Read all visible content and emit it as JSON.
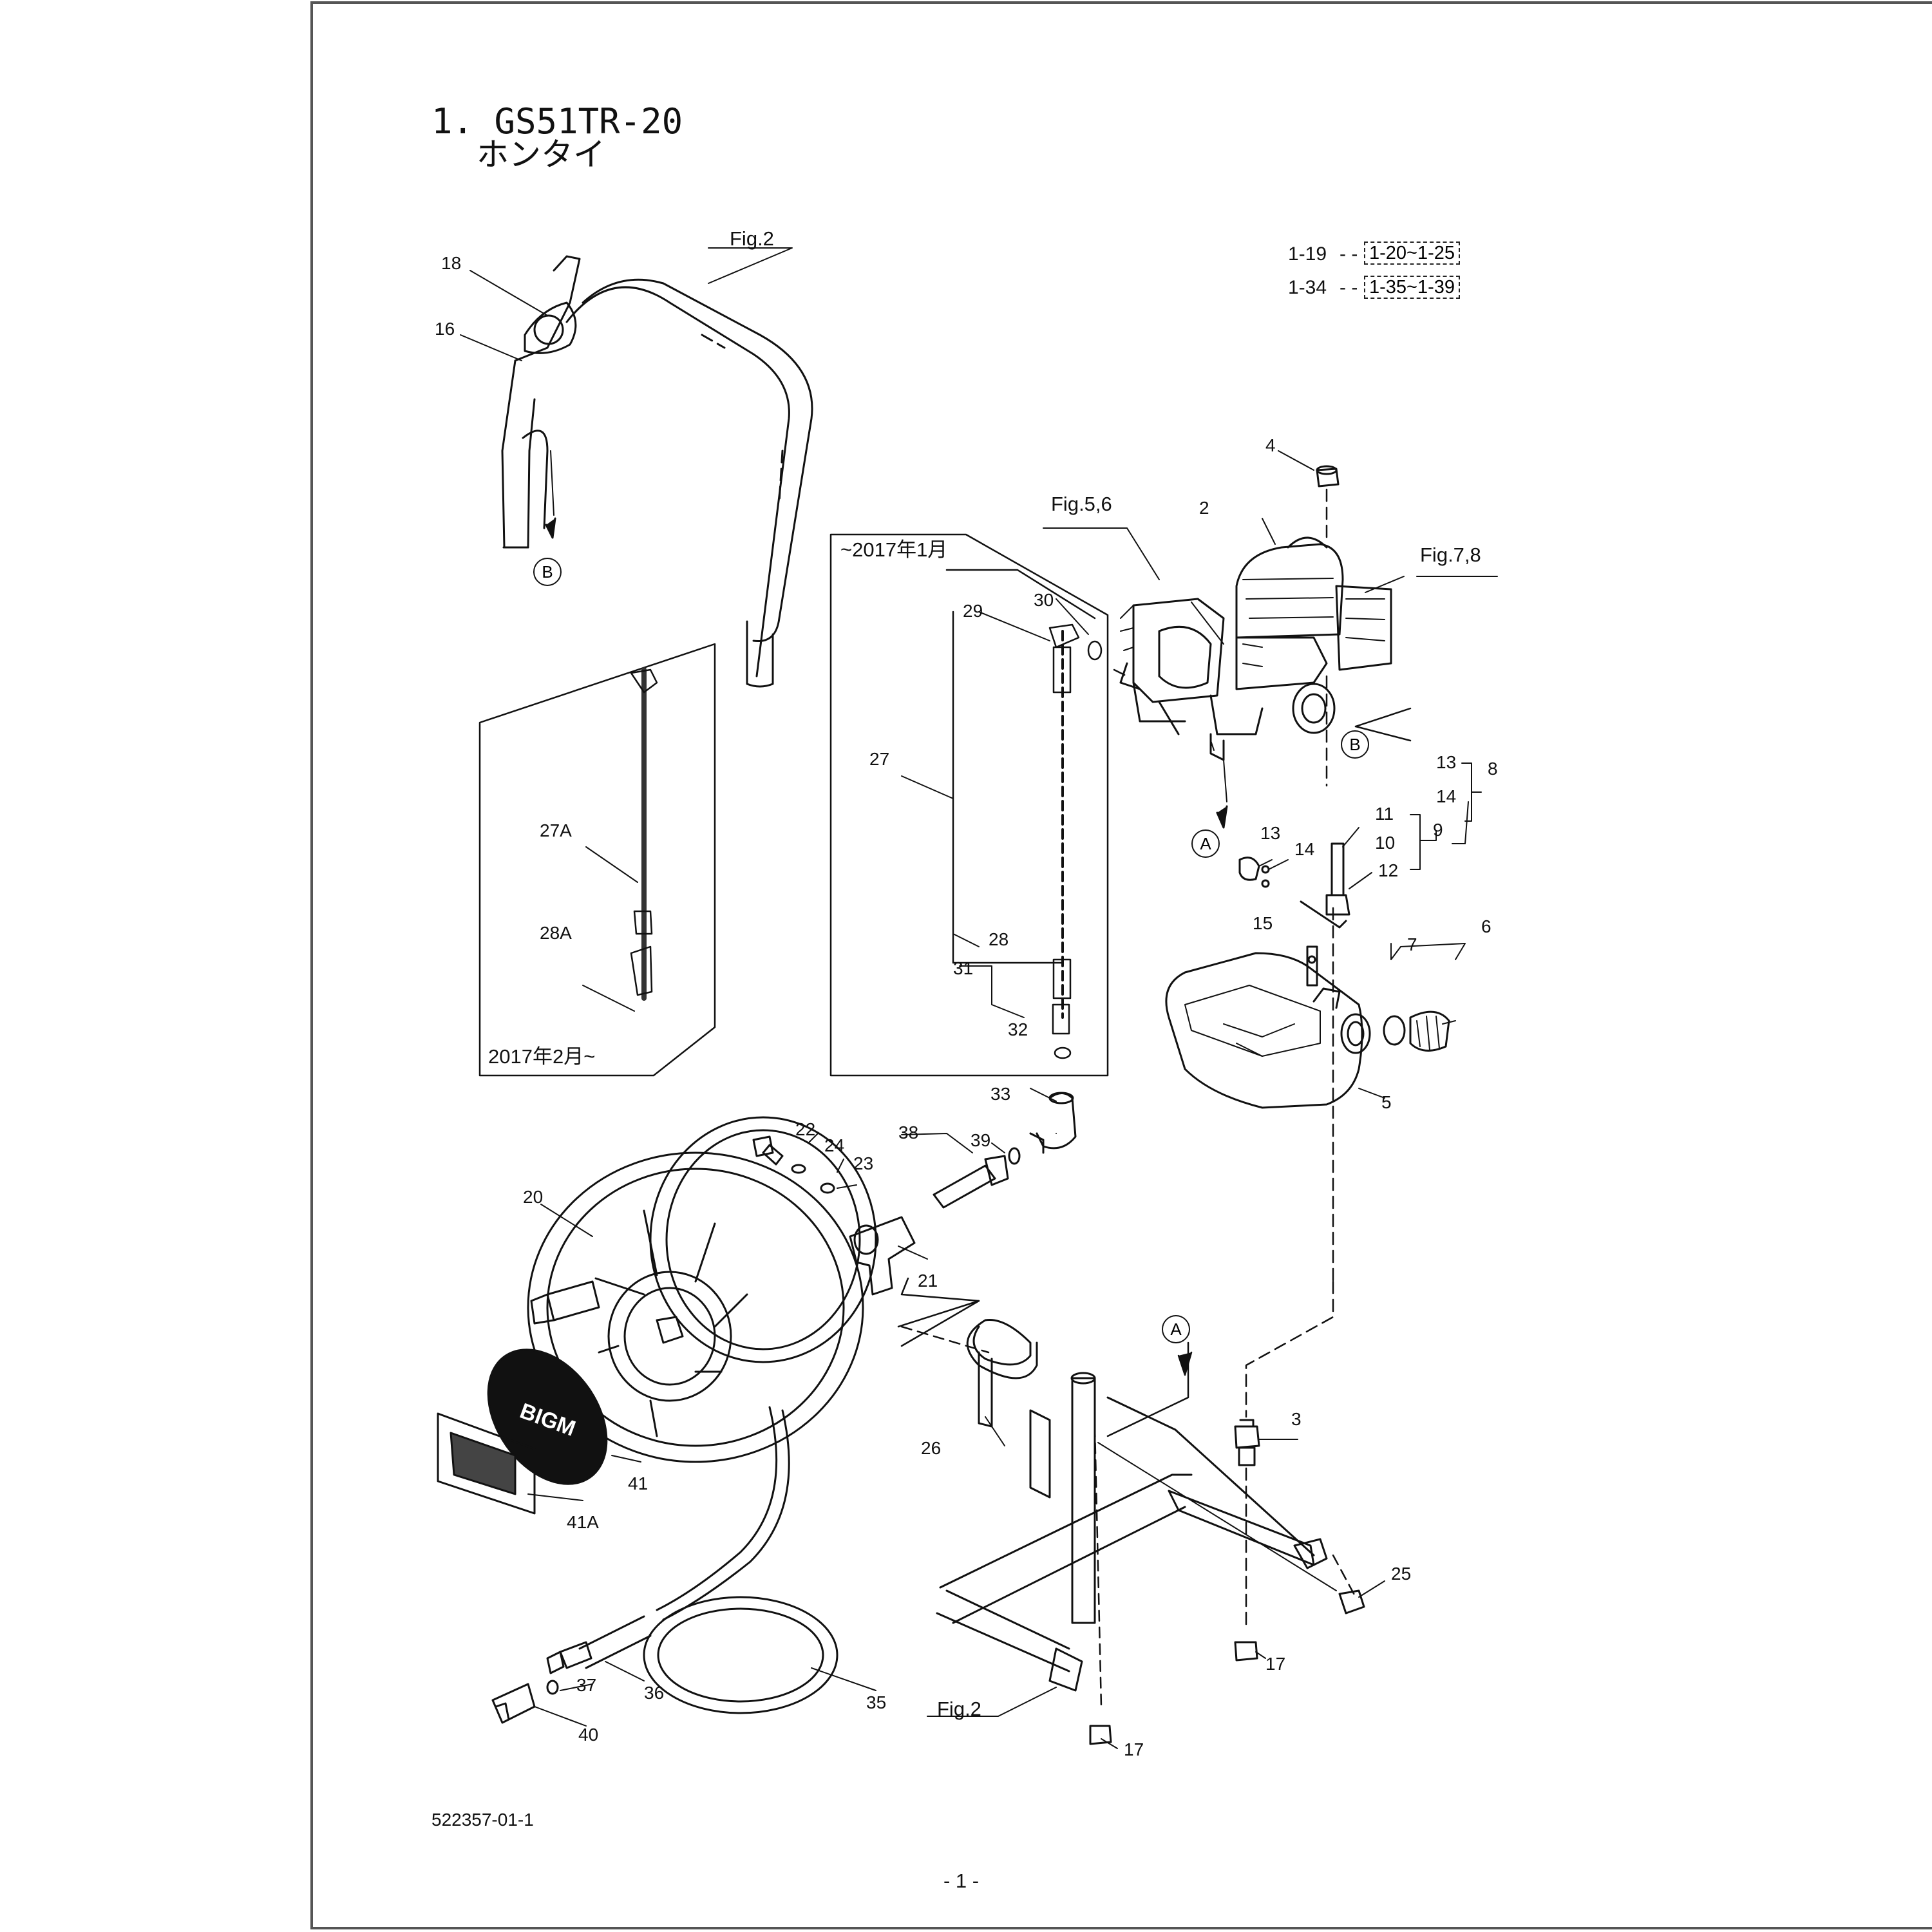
{
  "header": {
    "title": "1. GS51TR-20",
    "subtitle": "ホンタイ"
  },
  "figure_refs": {
    "fig2_top": "Fig.2",
    "fig2_bottom": "Fig.2",
    "fig56": "Fig.5,6",
    "fig78": "Fig.7,8"
  },
  "variant_boxes": {
    "old": "~2017年1月",
    "new": "2017年2月~"
  },
  "range_notes": [
    {
      "from": "1-19",
      "to": "1-20~1-25"
    },
    {
      "from": "1-34",
      "to": "1-35~1-39"
    }
  ],
  "connectors": {
    "a": "A",
    "b": "B"
  },
  "labels": {
    "p2": "2",
    "p3": "3",
    "p4": "4",
    "p5": "5",
    "p6": "6",
    "p7": "7",
    "p8": "8",
    "p9": "9",
    "p10": "10",
    "p11": "11",
    "p12": "12",
    "p13a": "13",
    "p13b": "13",
    "p14a": "14",
    "p14b": "14",
    "p15": "15",
    "p16": "16",
    "p17a": "17",
    "p17b": "17",
    "p18": "18",
    "p20": "20",
    "p21": "21",
    "p22": "22",
    "p23": "23",
    "p24": "24",
    "p25": "25",
    "p26": "26",
    "p27": "27",
    "p27a": "27A",
    "p28": "28",
    "p28a": "28A",
    "p29": "29",
    "p30": "30",
    "p31": "31",
    "p32": "32",
    "p33": "33",
    "p35": "35",
    "p36": "36",
    "p37": "37",
    "p38": "38",
    "p39": "39",
    "p40": "40",
    "p41": "41",
    "p41a": "41A"
  },
  "drawing_number": "522357-01-1",
  "page_number": "- 1 -"
}
